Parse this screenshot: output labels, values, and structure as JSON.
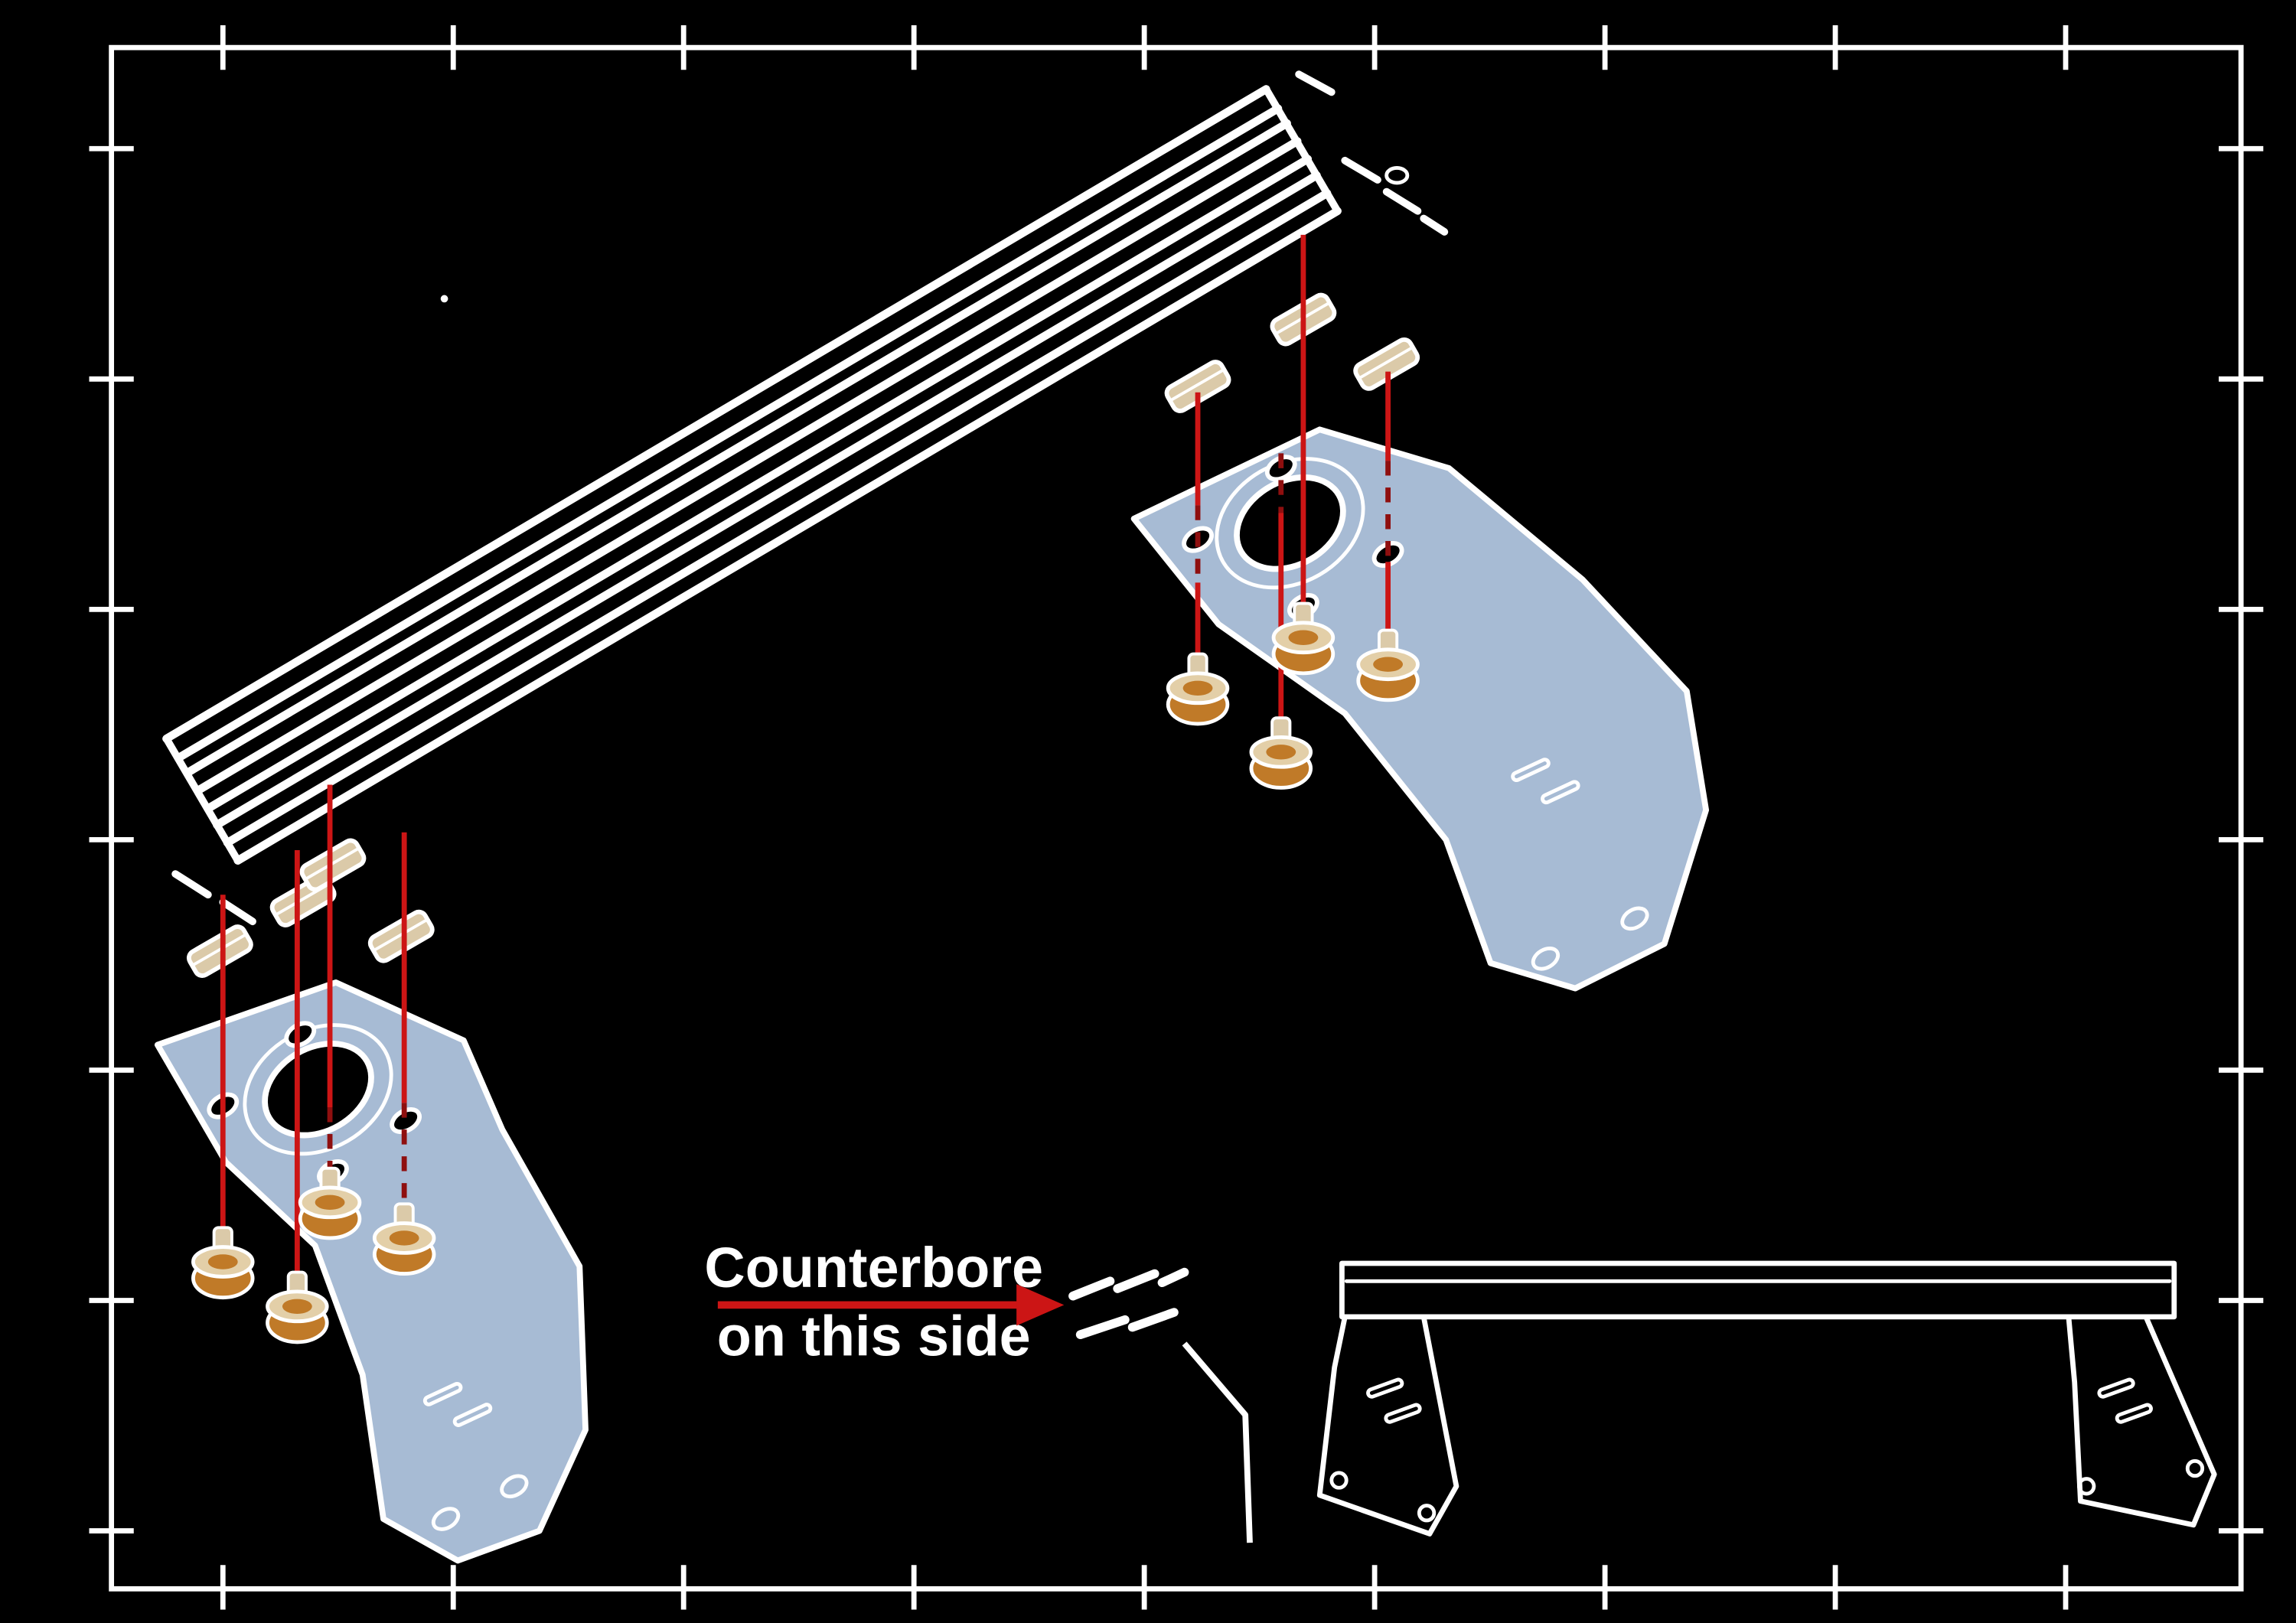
{
  "annotation": {
    "line1": "Counterbore",
    "line2": "on this side"
  },
  "colors": {
    "background": "#000000",
    "line_art": "#ffffff",
    "plate": "#a7bbd4",
    "screw_body": "#c07a28",
    "screw_rim": "#e3cfa8",
    "t_nut": "#dbcaa9",
    "guide_line": "#cc1515",
    "hidden_guide_line": "#8f0f0f"
  },
  "parts": {
    "extrusion": "aluminum-extrusion",
    "left_plate": "motor-mount-plate-left",
    "right_plate": "motor-mount-plate-right",
    "fasteners": "button-head-screws-with-t-nuts",
    "reference_assembly": "extrusion-with-mounted-feet"
  }
}
